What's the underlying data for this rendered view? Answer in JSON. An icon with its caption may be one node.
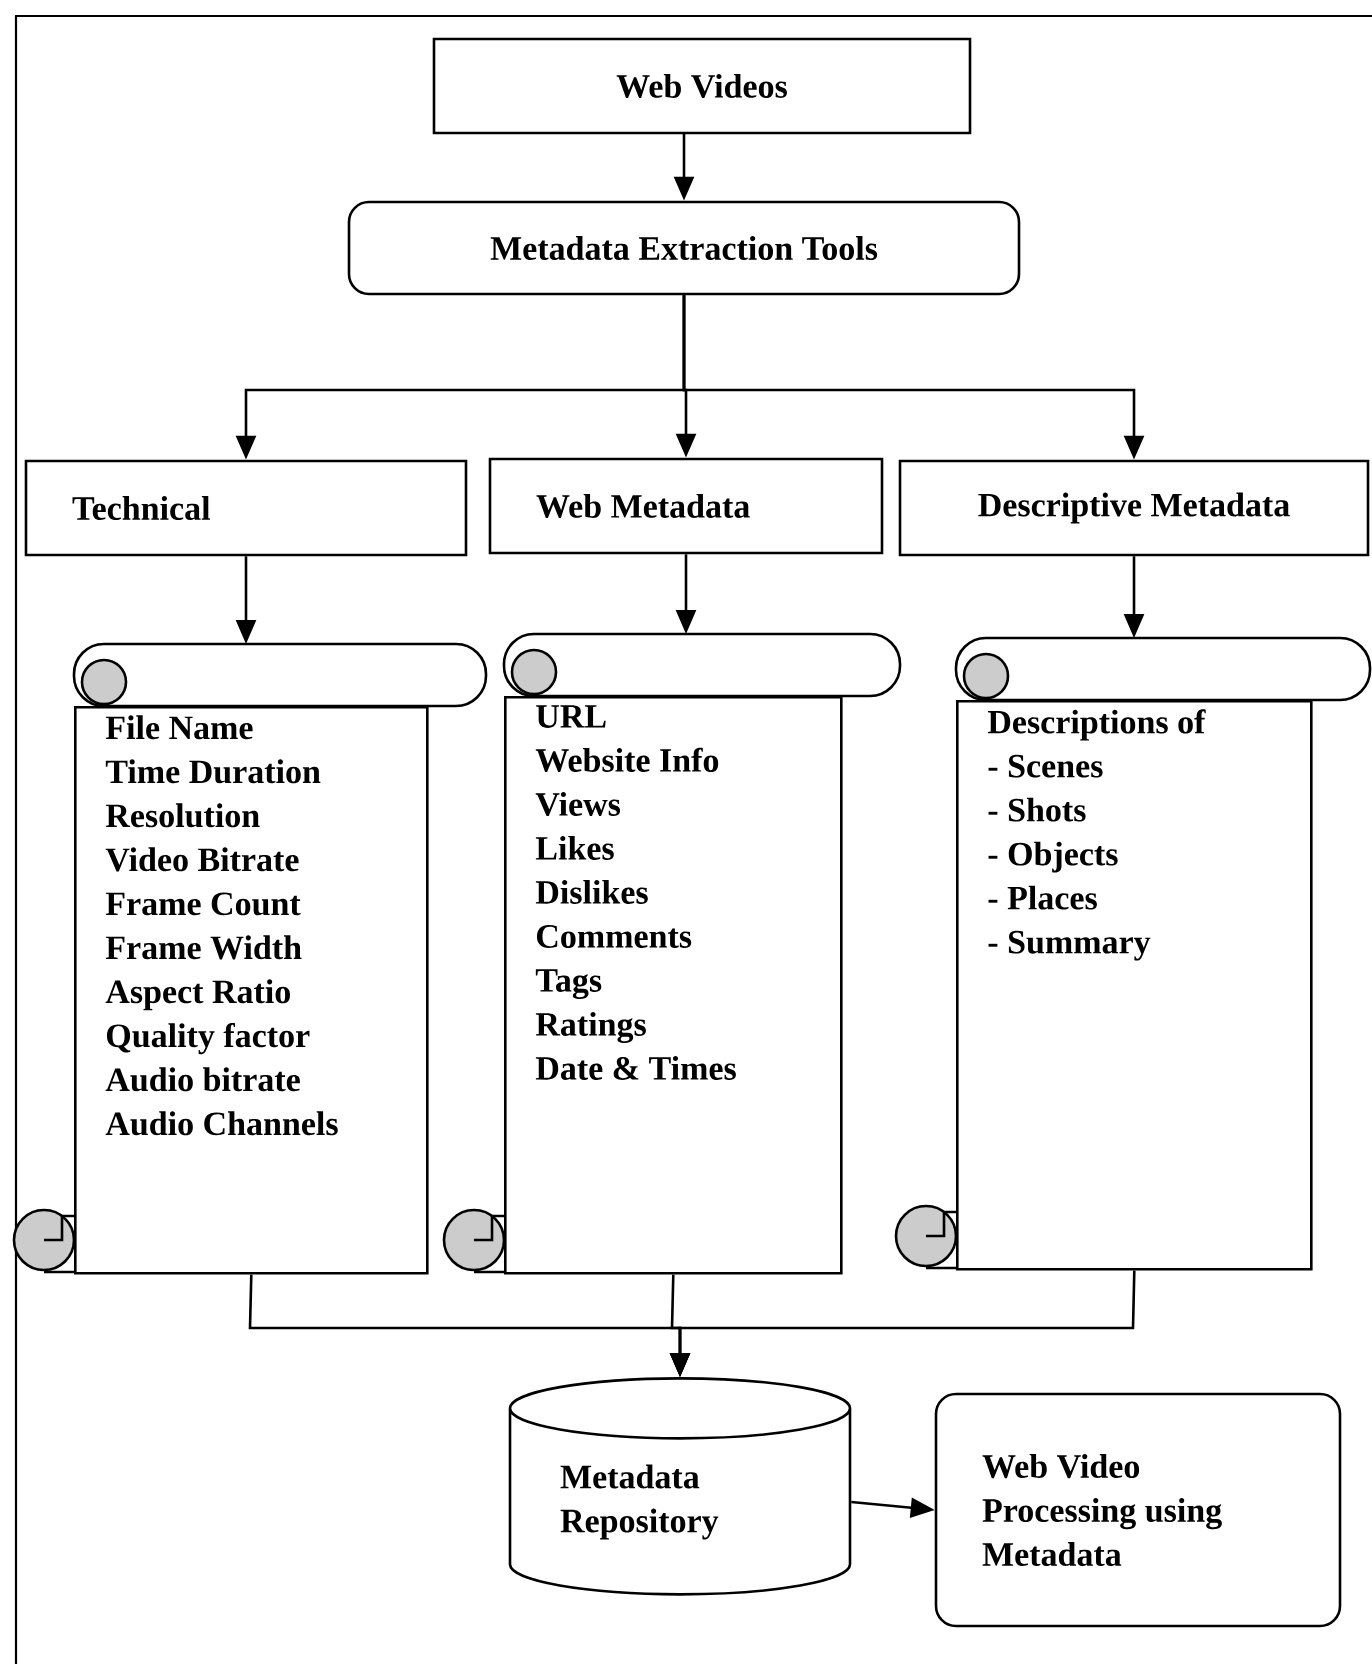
{
  "diagram": {
    "nodes": [
      {
        "text": [
          "Web Videos"
        ]
      },
      {
        "text": [
          "Metadata Extraction Tools"
        ]
      },
      {
        "text": [
          "Technical"
        ]
      },
      {
        "text": [
          "Web Metadata"
        ]
      },
      {
        "text": [
          "Descriptive Metadata"
        ]
      },
      {
        "text": [
          "File Name",
          "Time Duration",
          "Resolution",
          "Video Bitrate",
          "Frame Count",
          "Frame Width",
          "Aspect Ratio",
          "Quality factor",
          "Audio bitrate",
          "Audio Channels"
        ]
      },
      {
        "text": [
          "URL",
          "Website Info",
          "Views",
          "Likes",
          "Dislikes",
          "Comments",
          "Tags",
          "Ratings",
          "Date & Times"
        ]
      },
      {
        "text": [
          "Descriptions of",
          "- Scenes",
          "- Shots",
          "- Objects",
          "- Places",
          "- Summary"
        ]
      },
      {
        "text": [
          "Metadata Repository"
        ]
      },
      {
        "text": [
          "Web Video Processing using Metadata"
        ]
      }
    ],
    "edges": [
      {
        "from": 0,
        "to": 1,
        "arrow": "to"
      },
      {
        "from": 1,
        "to": 2,
        "arrow": "to"
      },
      {
        "from": 1,
        "to": 3,
        "arrow": "to"
      },
      {
        "from": 1,
        "to": 4,
        "arrow": "to"
      },
      {
        "from": 2,
        "to": 5,
        "arrow": "to"
      },
      {
        "from": 3,
        "to": 6,
        "arrow": "to"
      },
      {
        "from": 4,
        "to": 7,
        "arrow": "to"
      },
      {
        "from": 5,
        "to": 8,
        "arrow": "to"
      },
      {
        "from": 6,
        "to": 8,
        "arrow": "to"
      },
      {
        "from": 7,
        "to": 8,
        "arrow": "to"
      },
      {
        "from": 8,
        "to": 9,
        "arrow": "to"
      }
    ]
  }
}
